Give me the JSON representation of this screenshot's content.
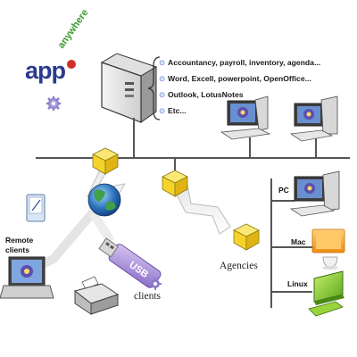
{
  "logo": {
    "main_text": "app",
    "arc_text": "anywhere",
    "brand_blue": "#2b3a8f",
    "brand_red": "#d0302a",
    "brand_green": "#3c9a2f"
  },
  "features": [
    "Accountancy, payroll, inventory, agenda...",
    "Word, Excell, powerpoint, OpenOffice...",
    "Outlook, LotusNotes",
    "Etc..."
  ],
  "feature_bullet": "⊙",
  "labels": {
    "remote_clients_line1": "Remote",
    "remote_clients_line2": "clients",
    "agencies": "Agencies",
    "clients": "clients",
    "pc": "PC",
    "mac": "Mac",
    "linux": "Linux",
    "usb": "USB"
  },
  "colors": {
    "network_line": "#555555",
    "node_yellow": "#f6d32a",
    "globe_blue": "#2a6fb8",
    "screen_blue": "#6a8fd0",
    "mac_orange": "#f4a21c",
    "linux_green": "#8fd12a"
  }
}
